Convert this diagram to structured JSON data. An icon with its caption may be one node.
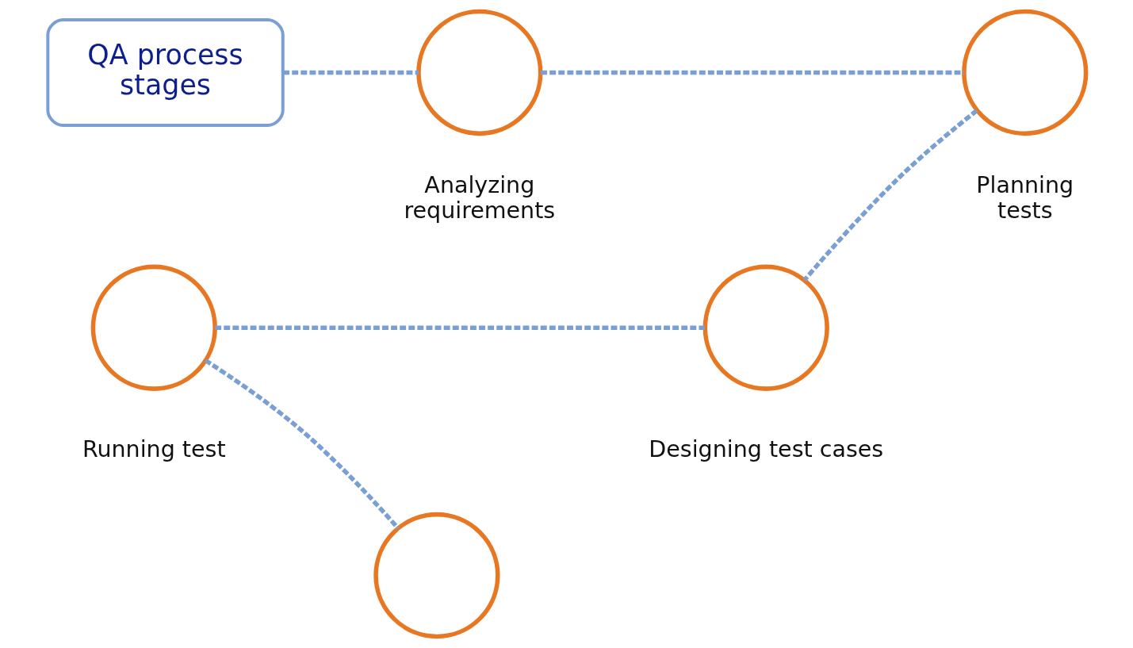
{
  "diagram": {
    "nodes": [
      {
        "text": [
          "QA process stages"
        ]
      },
      {
        "text": [],
        "shape": "circle",
        "beside": [
          "Analyzing requirements"
        ]
      },
      {
        "text": [],
        "shape": "circle",
        "beside": [
          "Planning tests"
        ]
      },
      {
        "text": [],
        "shape": "circle",
        "beside": [
          "Designing test cases"
        ]
      },
      {
        "text": [],
        "shape": "circle",
        "beside": [
          "Running test"
        ]
      },
      {
        "text": [],
        "shape": "circle"
      }
    ],
    "edges": [
      {
        "from": 0,
        "to": 1,
        "arrow": "none",
        "style": "dashed"
      },
      {
        "from": 1,
        "to": 2,
        "arrow": "none",
        "style": "dashed"
      },
      {
        "from": 2,
        "to": 3,
        "arrow": "none",
        "style": "dashed"
      },
      {
        "from": 3,
        "to": 4,
        "arrow": "none",
        "style": "dashed"
      },
      {
        "from": 4,
        "to": 5,
        "arrow": "none",
        "style": "dashed"
      }
    ]
  }
}
